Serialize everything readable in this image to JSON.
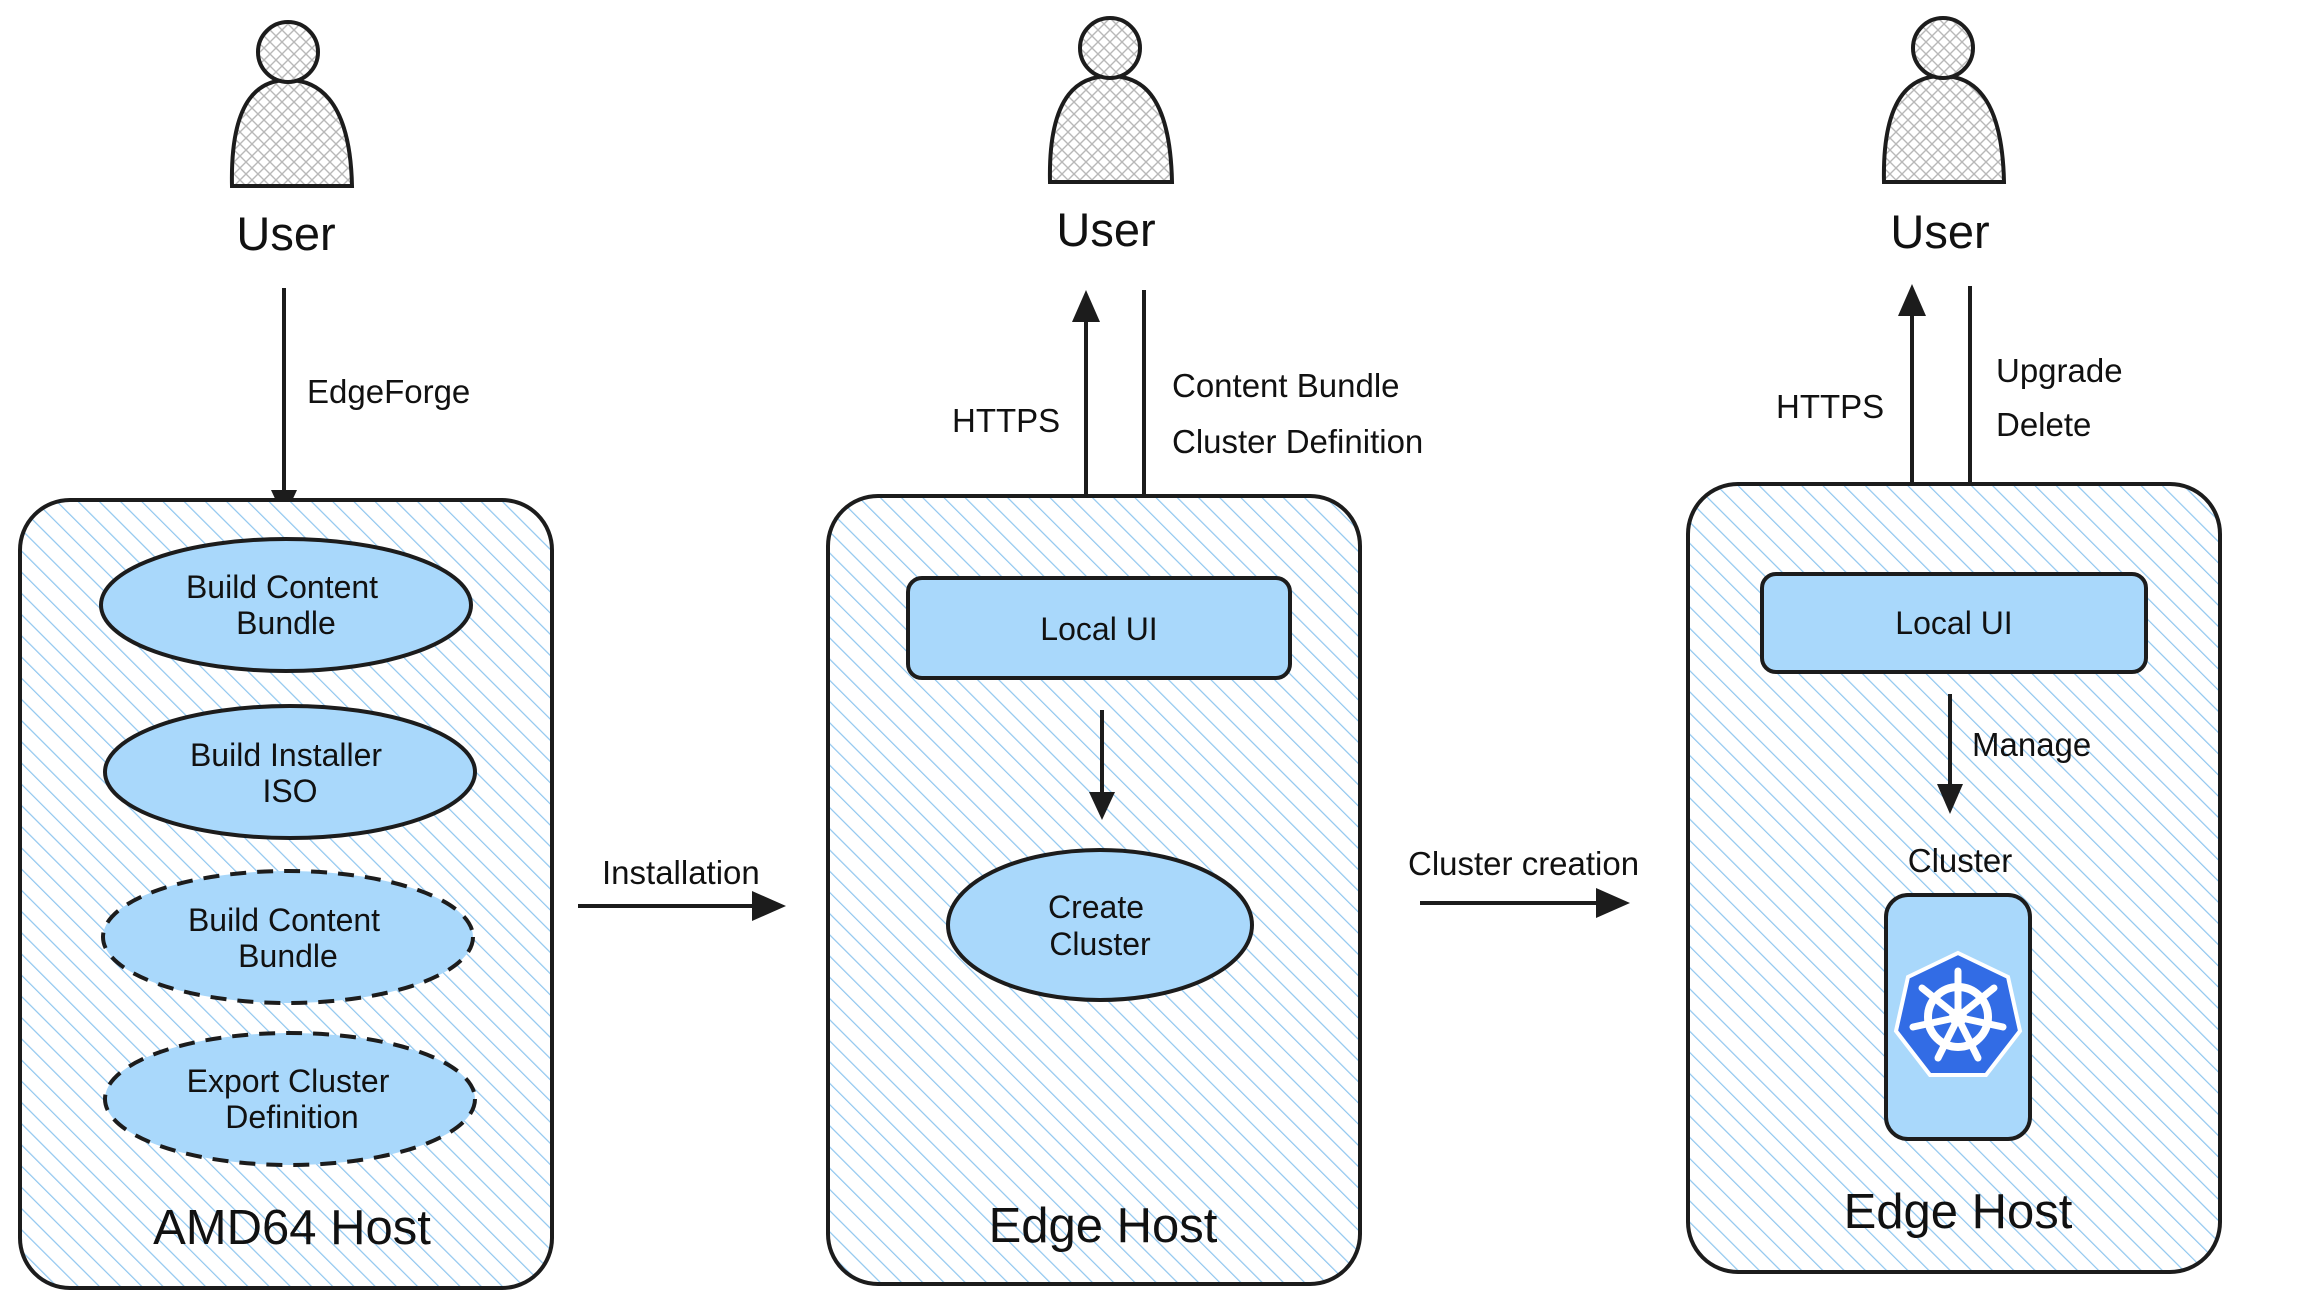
{
  "panels": [
    {
      "user": "User",
      "edge_label": "EdgeForge",
      "nodes": [
        {
          "line1": "Build Content",
          "line2": "Bundle",
          "style": "solid"
        },
        {
          "line1": "Build Installer",
          "line2": "ISO",
          "style": "solid"
        },
        {
          "line1": "Build Content",
          "line2": "Bundle",
          "style": "dashed"
        },
        {
          "line1": "Export Cluster",
          "line2": "Definition",
          "style": "dashed"
        }
      ],
      "host": "AMD64 Host"
    },
    {
      "user": "User",
      "up_label": "HTTPS",
      "down_label_1": "Content Bundle",
      "down_label_2": "Cluster Definition",
      "local_ui": "Local UI",
      "create_line1": "Create",
      "create_line2": "Cluster",
      "host": "Edge Host"
    },
    {
      "user": "User",
      "up_label": "HTTPS",
      "down_label_1": "Upgrade",
      "down_label_2": "Delete",
      "local_ui": "Local UI",
      "manage_label": "Manage",
      "cluster_label": "Cluster",
      "cluster_icon": "kubernetes-icon",
      "host": "Edge Host"
    }
  ],
  "transitions": [
    "Installation",
    "Cluster creation"
  ],
  "colors": {
    "node_fill": "#a9d8fb",
    "hatch": "#8fc6ef",
    "kubernetes": "#326ce5"
  }
}
